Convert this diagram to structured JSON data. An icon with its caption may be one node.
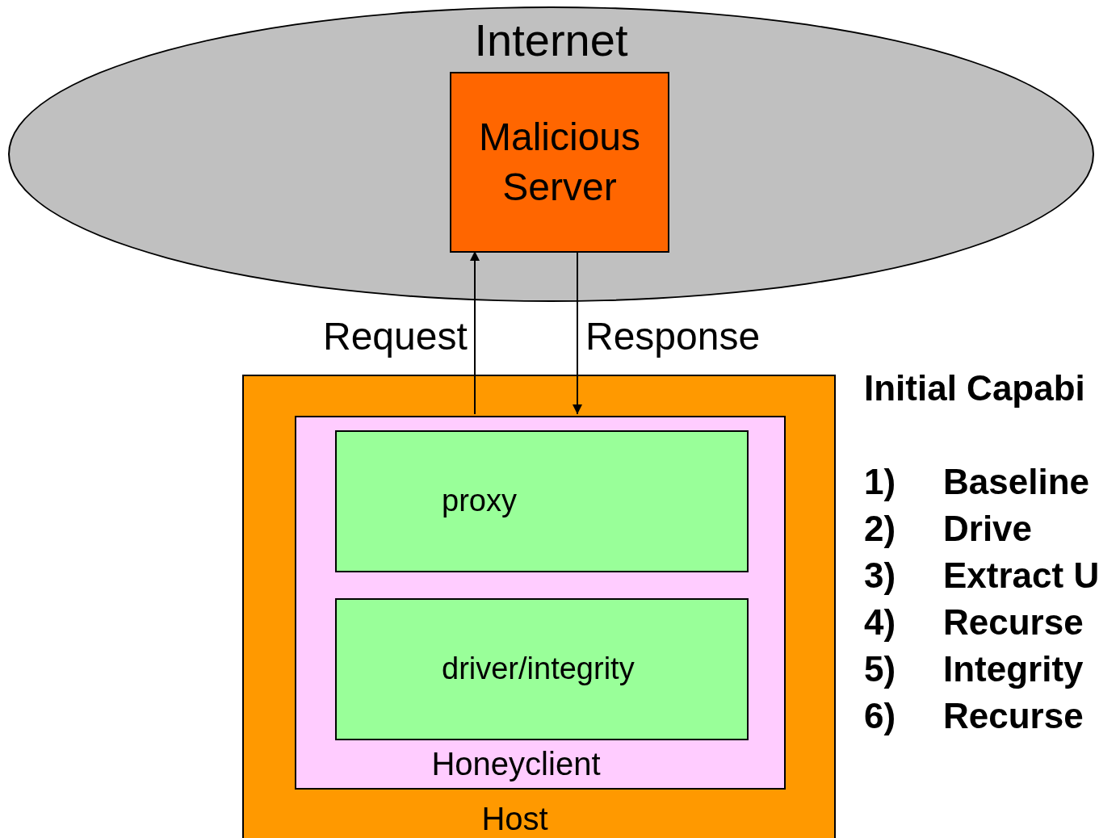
{
  "diagram": {
    "nodes": [
      {
        "text": [
          "Internet"
        ]
      },
      {
        "text": [
          "Malicious Server"
        ],
        "in": 0
      },
      {
        "text": [
          "Host"
        ]
      },
      {
        "text": [
          "Honeyclient"
        ],
        "in": 2
      },
      {
        "text": [
          "proxy"
        ],
        "in": 3
      },
      {
        "text": [
          "driver/integrity"
        ],
        "in": 3
      }
    ],
    "edges": [
      {
        "from": 3,
        "to": 1,
        "arrow": "to",
        "label": "Request"
      },
      {
        "from": 1,
        "to": 3,
        "arrow": "to",
        "label": "Response"
      }
    ],
    "labels": [
      "Initial Capabi",
      "1)",
      "Baseline",
      "2)",
      "Drive",
      "3)",
      "Extract U",
      "4)",
      "Recurse",
      "5)",
      "Integrity",
      "6)",
      "Recurse"
    ]
  }
}
